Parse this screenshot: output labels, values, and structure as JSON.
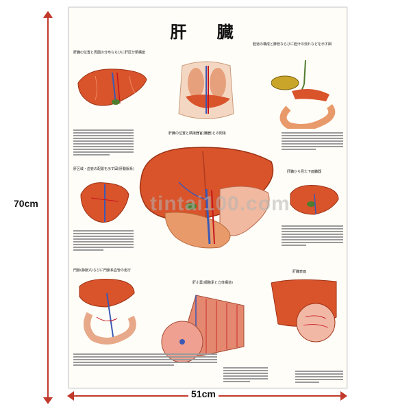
{
  "poster": {
    "title": "肝 臓",
    "watermark": "tintai100.com",
    "captions": {
      "upper_left": "肝臓の位置と周囲の分布ならびに肝区分類構築",
      "upper_right": "胆道の構成と膵管ならびに胆汁の流れなどを示す図",
      "center": "肝臓の位置と隣接器官(臓器)との関係",
      "mid_left": "肝区域・血管の配置を示す図(肝動脈系)",
      "mid_right": "肝臓から見た下面臓器",
      "lower_left": "門脈(静脈)ならびに門脈系血管の走行",
      "lower_center": "肝小葉(細胞素と立体構造)",
      "lower_right": "肝臓表面"
    }
  },
  "dimensions": {
    "height_label": "70cm",
    "width_label": "51cm"
  },
  "colors": {
    "liver": "#d9532b",
    "liver_dark": "#b03a1e",
    "gallbladder": "#4f7d2f",
    "vessel_blue": "#3b59b5",
    "vessel_red": "#c4161c",
    "pancreas": "#e89a6a",
    "intestine": "#e8a98a",
    "dim_arrow": "#c0392b"
  }
}
